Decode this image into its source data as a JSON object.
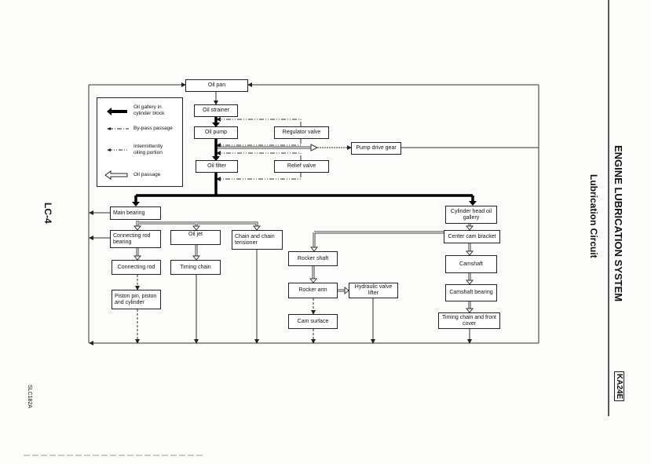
{
  "header": {
    "section_title": "ENGINE LUBRICATION SYSTEM",
    "subtitle": "Lubrication Circuit",
    "model_badge": "KA24E",
    "page_number": "LC-4",
    "figure_code": "SLC182A"
  },
  "legend": [
    {
      "icon": "thick-arrow",
      "label": "Oil gallery in cylinder block"
    },
    {
      "icon": "dash-dot-arrow",
      "label": "By-pass passage"
    },
    {
      "icon": "dash-dot-dot-arrow",
      "label": "Intermittently oiling portion"
    },
    {
      "icon": "hollow-arrow",
      "label": "Oil passage"
    }
  ],
  "nodes": {
    "oil_pan": "Oil pan",
    "oil_strainer": "Oil strainer",
    "oil_pump": "Oil pump",
    "regulator_valve": "Regulator valve",
    "oil_filter": "Oil filter",
    "relief_valve": "Relief valve",
    "pump_drive_gear": "Pump drive gear",
    "main_bearing": "Main bearing",
    "connecting_rod_bearing": "Connecting rod bearing",
    "oil_jet": "Oil jet",
    "chain_tensioner": "Chain and chain tensioner",
    "connecting_rod": "Connecting rod",
    "timing_chain": "Timing chain",
    "piston": "Piston pin, piston and cylinder",
    "cylinder_head_gallery": "Cylinder head oil gallery",
    "center_cam_bracket": "Center cam bracket",
    "camshaft": "Camshaft",
    "camshaft_bearing": "Camshaft bearing",
    "timing_chain_front_cover": "Timing chain and front cover",
    "rocker_shaft": "Rocker shaft",
    "rocker_arm": "Rocker arm",
    "hydraulic_valve_lifter": "Hydraulic valve lifter",
    "cam_surface": "Cam surface"
  }
}
